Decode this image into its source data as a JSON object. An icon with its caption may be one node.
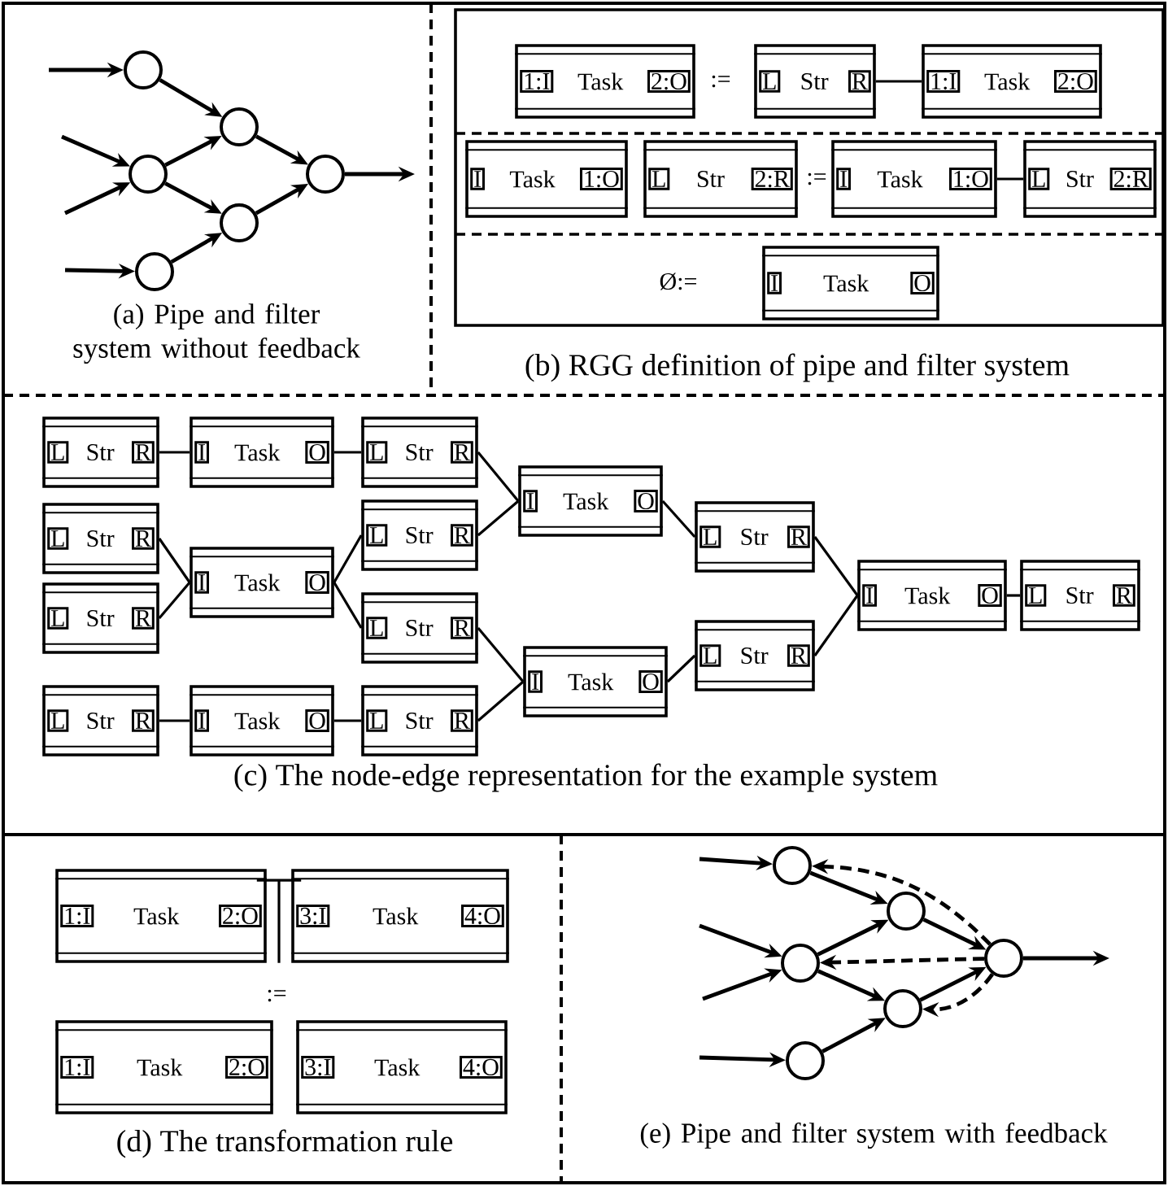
{
  "diagram": {
    "nodes": [
      {
        "text": [],
        "shape": "circle"
      },
      {
        "text": [],
        "shape": "circle"
      },
      {
        "text": [],
        "shape": "circle"
      },
      {
        "text": [],
        "shape": "circle"
      },
      {
        "text": [],
        "shape": "circle"
      },
      {
        "text": [],
        "shape": "circle"
      },
      {
        "text": [
          "1:I",
          "Task",
          "2:O"
        ]
      },
      {
        "text": [
          "L",
          "Str",
          "R"
        ]
      },
      {
        "text": [
          "1:I",
          "Task",
          "2:O"
        ]
      },
      {
        "text": [
          "I",
          "Task",
          "1:O"
        ]
      },
      {
        "text": [
          "L",
          "Str",
          "2:R"
        ]
      },
      {
        "text": [
          "I",
          "Task",
          "1:O"
        ]
      },
      {
        "text": [
          "L",
          "Str",
          "2:R"
        ]
      },
      {
        "text": [
          "I",
          "Task",
          "O"
        ]
      },
      {
        "text": [
          "L",
          "Str",
          "R"
        ]
      },
      {
        "text": [
          "I",
          "Task",
          "O"
        ]
      },
      {
        "text": [
          "L",
          "Str",
          "R"
        ]
      },
      {
        "text": [
          "L",
          "Str",
          "R"
        ]
      },
      {
        "text": [
          "L",
          "Str",
          "R"
        ]
      },
      {
        "text": [
          "I",
          "Task",
          "O"
        ]
      },
      {
        "text": [
          "L",
          "Str",
          "R"
        ]
      },
      {
        "text": [
          "L",
          "Str",
          "R"
        ]
      },
      {
        "text": [
          "I",
          "Task",
          "O"
        ]
      },
      {
        "text": [
          "I",
          "Task",
          "O"
        ]
      },
      {
        "text": [
          "L",
          "Str",
          "R"
        ]
      },
      {
        "text": [
          "I",
          "Task",
          "O"
        ]
      },
      {
        "text": [
          "L",
          "Str",
          "R"
        ]
      },
      {
        "text": [
          "L",
          "Str",
          "R"
        ]
      },
      {
        "text": [
          "L",
          "Str",
          "R"
        ]
      },
      {
        "text": [
          "I",
          "Task",
          "O"
        ]
      },
      {
        "text": [
          "L",
          "Str",
          "R"
        ]
      },
      {
        "text": [
          "1:I",
          "Task",
          "2:O"
        ]
      },
      {
        "text": [
          "3:I",
          "Task",
          "4:O"
        ]
      },
      {
        "text": [
          "1:I",
          "Task",
          "2:O"
        ]
      },
      {
        "text": [
          "3:I",
          "Task",
          "4:O"
        ]
      },
      {
        "text": [],
        "shape": "circle"
      },
      {
        "text": [],
        "shape": "circle"
      },
      {
        "text": [],
        "shape": "circle"
      },
      {
        "text": [],
        "shape": "circle"
      },
      {
        "text": [],
        "shape": "circle"
      },
      {
        "text": [],
        "shape": "circle"
      }
    ],
    "edges": [
      {
        "from": null,
        "to": 0,
        "arrow": "to"
      },
      {
        "from": null,
        "to": 1,
        "arrow": "to"
      },
      {
        "from": null,
        "to": 1,
        "arrow": "to"
      },
      {
        "from": null,
        "to": 2,
        "arrow": "to"
      },
      {
        "from": 0,
        "to": 3,
        "arrow": "to"
      },
      {
        "from": 1,
        "to": 3,
        "arrow": "to"
      },
      {
        "from": 1,
        "to": 4,
        "arrow": "to"
      },
      {
        "from": 2,
        "to": 4,
        "arrow": "to"
      },
      {
        "from": 3,
        "to": 5,
        "arrow": "to"
      },
      {
        "from": 4,
        "to": 5,
        "arrow": "to"
      },
      {
        "from": 5,
        "to": null,
        "arrow": "to"
      },
      {
        "from": 7,
        "to": 8,
        "arrow": "none"
      },
      {
        "from": 11,
        "to": 12,
        "arrow": "none"
      },
      {
        "from": 14,
        "to": 15,
        "arrow": "none"
      },
      {
        "from": 15,
        "to": 16,
        "arrow": "none"
      },
      {
        "from": 17,
        "to": 19,
        "arrow": "none"
      },
      {
        "from": 18,
        "to": 19,
        "arrow": "none"
      },
      {
        "from": 19,
        "to": 20,
        "arrow": "none"
      },
      {
        "from": 19,
        "to": 21,
        "arrow": "none"
      },
      {
        "from": 16,
        "to": 22,
        "arrow": "none"
      },
      {
        "from": 20,
        "to": 22,
        "arrow": "none"
      },
      {
        "from": 21,
        "to": 23,
        "arrow": "none"
      },
      {
        "from": 26,
        "to": 23,
        "arrow": "none"
      },
      {
        "from": 24,
        "to": 25,
        "arrow": "none"
      },
      {
        "from": 25,
        "to": 26,
        "arrow": "none"
      },
      {
        "from": 22,
        "to": 27,
        "arrow": "none"
      },
      {
        "from": 23,
        "to": 28,
        "arrow": "none"
      },
      {
        "from": 27,
        "to": 29,
        "arrow": "none"
      },
      {
        "from": 28,
        "to": 29,
        "arrow": "none"
      },
      {
        "from": 29,
        "to": 30,
        "arrow": "none"
      },
      {
        "from": 31,
        "to": 32,
        "arrow": "none"
      },
      {
        "from": null,
        "to": 35,
        "arrow": "to"
      },
      {
        "from": null,
        "to": 36,
        "arrow": "to"
      },
      {
        "from": null,
        "to": 36,
        "arrow": "to"
      },
      {
        "from": null,
        "to": 37,
        "arrow": "to"
      },
      {
        "from": 35,
        "to": 38,
        "arrow": "to"
      },
      {
        "from": 36,
        "to": 38,
        "arrow": "to"
      },
      {
        "from": 36,
        "to": 39,
        "arrow": "to"
      },
      {
        "from": 37,
        "to": 39,
        "arrow": "to"
      },
      {
        "from": 38,
        "to": 40,
        "arrow": "to"
      },
      {
        "from": 39,
        "to": 40,
        "arrow": "to"
      },
      {
        "from": 40,
        "to": null,
        "arrow": "to"
      },
      {
        "from": 40,
        "to": 35,
        "arrow": "to",
        "style": "dashed"
      },
      {
        "from": 40,
        "to": 36,
        "arrow": "to",
        "style": "dashed"
      },
      {
        "from": 40,
        "to": 39,
        "arrow": "to",
        "style": "dashed"
      }
    ],
    "labels": [
      ":=",
      ":=",
      "Ø:=",
      "(a) Pipe and filter system without feedback",
      "(b) RGG definition of pipe and filter system",
      "(c) The node-edge representation for the example system",
      ":=",
      "(d) The transformation rule",
      "(e) Pipe and filter system with feedback"
    ]
  }
}
